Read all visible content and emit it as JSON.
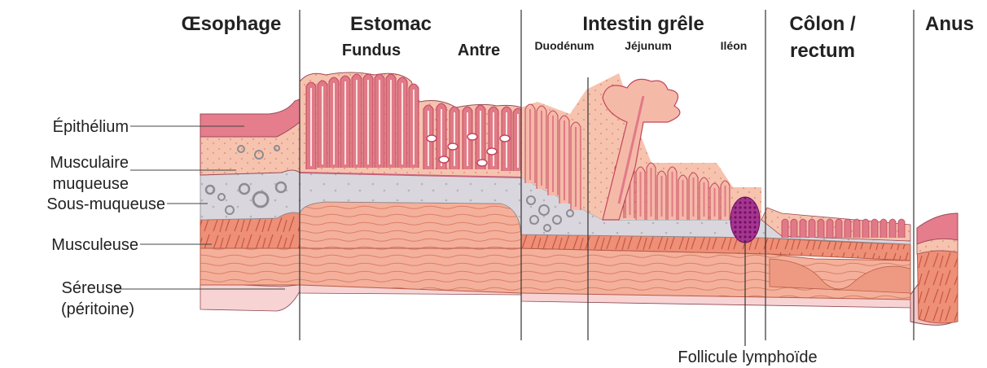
{
  "regions": {
    "oesophage": "Œsophage",
    "estomac": "Estomac",
    "intestin": "Intestin grêle",
    "colon_line1": "Côlon /",
    "colon_line2": "rectum",
    "anus": "Anus"
  },
  "subregions": {
    "fundus": "Fundus",
    "antre": "Antre",
    "duodenum": "Duodénum",
    "jejunum": "Jéjunum",
    "ileon": "Iléon"
  },
  "layers": {
    "epithelium": "Épithélium",
    "musc_muq_1": "Musculaire",
    "musc_muq_2": "muqueuse",
    "sous_muqueuse": "Sous-muqueuse",
    "musculeuse": "Musculeuse",
    "sereuse_1": "Séreuse",
    "sereuse_2": "(péritoine)"
  },
  "follicule": "Follicule lymphoïde",
  "colors": {
    "mucosa": "#f6c3ae",
    "epithelium": "#e07a88",
    "epithelium_dark": "#c2455c",
    "submucosa": "#d8d6dc",
    "muscle": "#ee8f78",
    "muscle_light": "#f5b7a0",
    "serosa": "#f3c2c5",
    "follicle": "#8e1f7d",
    "outline": "#3a3a3a"
  }
}
